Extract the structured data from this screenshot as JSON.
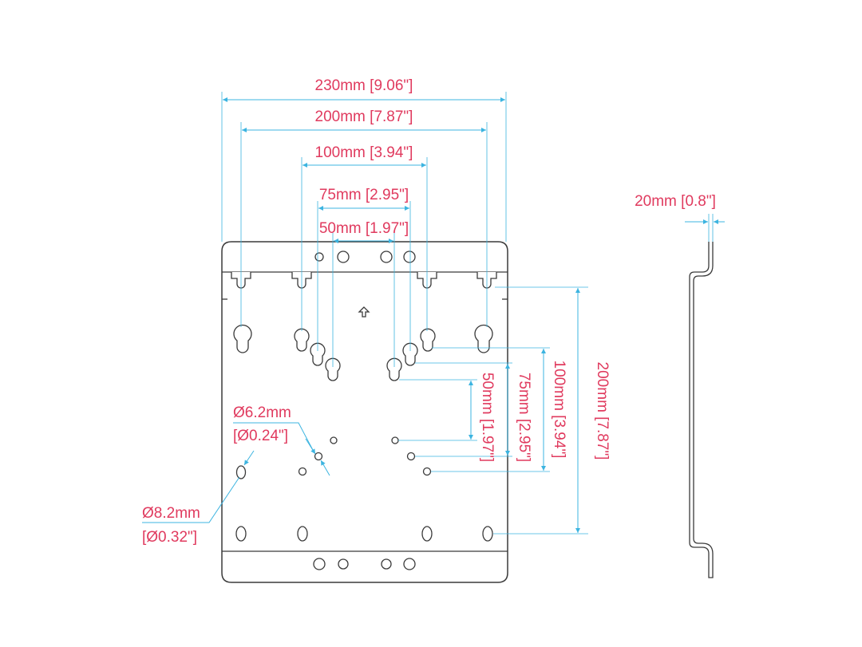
{
  "dimensions": {
    "width_230": "230mm [9.06\"]",
    "width_200": "200mm [7.87\"]",
    "width_100": "100mm [3.94\"]",
    "width_75": "75mm [2.95\"]",
    "width_50": "50mm [1.97\"]",
    "height_50": "50mm [1.97\"]",
    "height_75": "75mm [2.95\"]",
    "height_100": "100mm [3.94\"]",
    "height_200": "200mm [7.87\"]",
    "depth_20": "20mm [0.8\"]",
    "hole_small_mm": "Ø6.2mm",
    "hole_small_in": "[Ø0.24\"]",
    "hole_large_mm": "Ø8.2mm",
    "hole_large_in": "[Ø0.32\"]"
  },
  "colors": {
    "text": "#e03a5e",
    "dimension_line": "#3cb4e0",
    "outline": "#3a3a3a"
  },
  "icons": {
    "orientation": "up-arrow-icon"
  }
}
